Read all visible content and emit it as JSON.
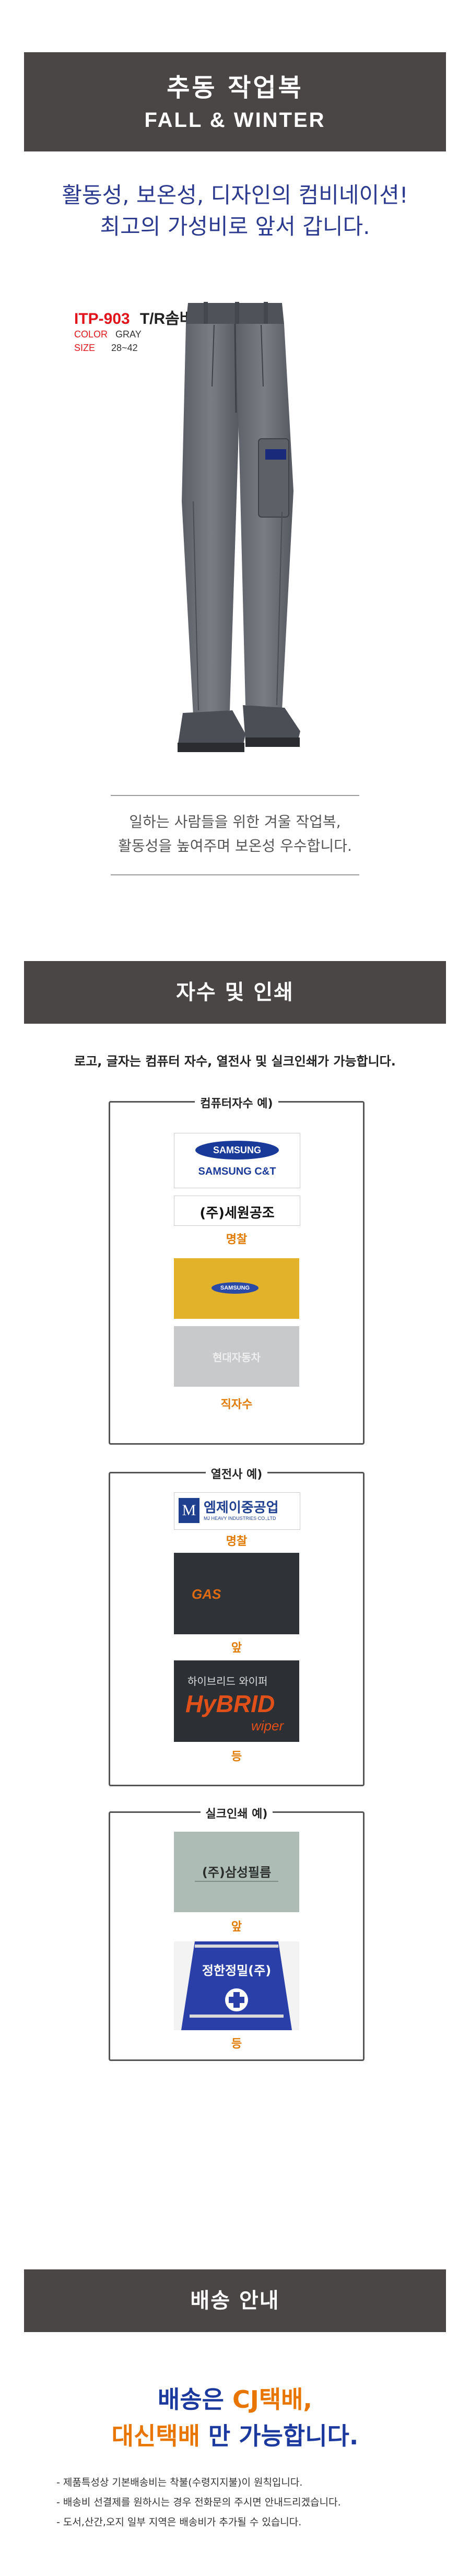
{
  "header": {
    "title_ko": "추동 작업복",
    "title_en": "FALL  &  WINTER"
  },
  "slogan": {
    "line1": "활동성, 보온성, 디자인의 컴비네이션!",
    "line2": "최고의 가성비로 앞서 갑니다."
  },
  "product": {
    "code": "ITP-903",
    "name": "T/R솜바지",
    "color_label": "COLOR",
    "color_value": "GRAY",
    "size_label": "SIZE",
    "size_value": "28~42",
    "desc_line1": "일하는 사람들을 위한 겨울 작업복,",
    "desc_line2": "활동성을 높여주며 보온성 우수합니다."
  },
  "print_section": {
    "title": "자수 및 인쇄",
    "intro": "로고, 글자는 컴퓨터 자수, 열전사 및 실크인쇄가 가능합니다.",
    "embroidery": {
      "title": "컴퓨터자수 예)",
      "label_logo_text": "SAMSUNG",
      "label_logo_sub": "SAMSUNG C&T",
      "label_name_text": "(주)세원공조",
      "caption_name": "명찰",
      "fabric1_text": "SAMSUNG",
      "fabric2_text": "현대자동차",
      "caption_direct": "직자수"
    },
    "transfer": {
      "title": "열전사 예)",
      "label_mark": "M",
      "label_text": "엠제이중공업",
      "label_sub": "MJ HEAVY INDUSTRIES CO.,LTD",
      "caption_name": "명찰",
      "front_logo": "GAS",
      "caption_front": "앞",
      "back_small": "하이브리드 와이퍼",
      "back_big": "HyBRID",
      "back_sub": "wiper",
      "caption_back": "등"
    },
    "silk": {
      "title": "실크인쇄 예)",
      "front_text": "(주)삼성필름",
      "caption_front": "앞",
      "back_text": "정한정밀(주)",
      "caption_back": "등"
    }
  },
  "delivery": {
    "title": "배송 안내",
    "line1_a": "배송은 ",
    "line1_b": "CJ택배,",
    "line2_a": "대신택배",
    "line2_b": " 만 가능합니다.",
    "notes": [
      "- 제품특성상 기본배송비는 착불(수령지지불)이 원칙입니다.",
      "- 배송비 선결제를 원하시는 경우 전화문의 주시면 안내드리겠습니다.",
      "- 도서,산간,오지 일부 지역은 배송비가 추가될 수 있습니다."
    ]
  },
  "colors": {
    "banner": "#4a4646",
    "slogan": "#2b3a8f",
    "caption": "#e07a00",
    "delivery_blue": "#1c3a9e",
    "delivery_orange": "#e87500"
  }
}
